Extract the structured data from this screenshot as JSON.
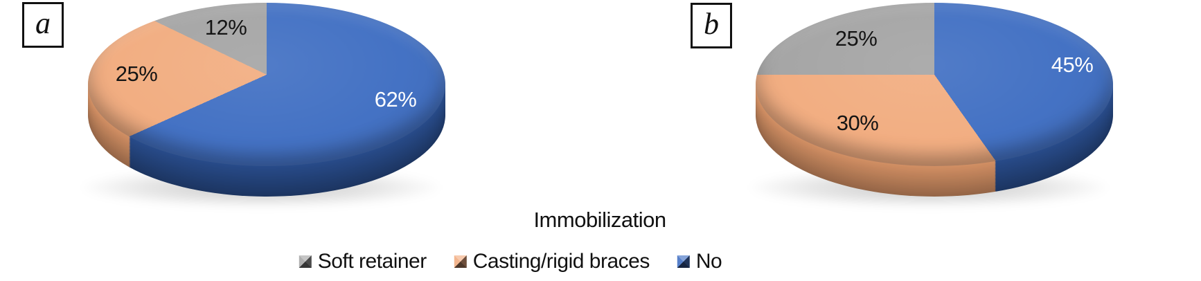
{
  "figure": {
    "background": "#ffffff"
  },
  "panels": [
    {
      "label": "a"
    },
    {
      "label": "b"
    }
  ],
  "legend": {
    "title": "Immobilization",
    "items": [
      {
        "label": "Soft retainer",
        "color": "#a6a6a6"
      },
      {
        "label": "Casting/rigid braces",
        "color": "#f2ae82"
      },
      {
        "label": "No",
        "color": "#4472c4"
      }
    ]
  },
  "chart_data": [
    {
      "type": "pie",
      "panel": "a",
      "title": "Immobilization",
      "style": "3d",
      "start_angle_deg": 0,
      "clockwise": true,
      "slices": [
        {
          "label": "No",
          "value": 62,
          "display": "62%",
          "color": "#4472c4",
          "side_color": "#274a87",
          "text_color": "#ffffff",
          "label_radius": 0.78
        },
        {
          "label": "Casting/rigid braces",
          "value": 25,
          "display": "25%",
          "color": "#f2ae82",
          "side_color": "#cf8d62",
          "text_color": "#141414",
          "label_radius": 0.73
        },
        {
          "label": "Soft retainer",
          "value": 12,
          "display": "12%",
          "color": "#a6a6a6",
          "side_color": "#888888",
          "text_color": "#141414",
          "label_radius": 0.62
        }
      ]
    },
    {
      "type": "pie",
      "panel": "b",
      "title": "Immobilization",
      "style": "3d",
      "start_angle_deg": 0,
      "clockwise": true,
      "slices": [
        {
          "label": "No",
          "value": 45,
          "display": "45%",
          "color": "#4472c4",
          "side_color": "#274a87",
          "text_color": "#ffffff",
          "label_radius": 0.78
        },
        {
          "label": "Casting/rigid braces",
          "value": 30,
          "display": "30%",
          "color": "#f2ae82",
          "side_color": "#cf8d62",
          "text_color": "#141414",
          "label_radius": 0.73
        },
        {
          "label": "Soft retainer",
          "value": 25,
          "display": "25%",
          "color": "#a6a6a6",
          "side_color": "#888888",
          "text_color": "#141414",
          "label_radius": 0.62
        }
      ]
    }
  ]
}
